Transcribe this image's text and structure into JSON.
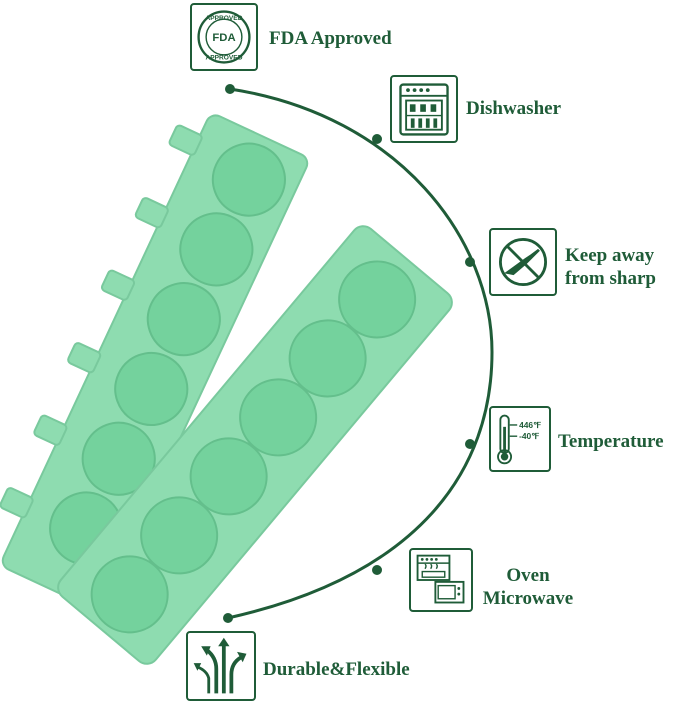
{
  "colors": {
    "accent": "#1f5c38",
    "mold_fill": "#8edcb0",
    "mold_cavity": "#6fcf98",
    "background": "#ffffff"
  },
  "features": [
    {
      "id": "fda",
      "icon": "fda-approved-seal-icon",
      "label": "FDA Approved",
      "seal_text_top": "APPROVED",
      "seal_text_center": "FDA",
      "seal_text_bottom": "APPROVED"
    },
    {
      "id": "dishwasher",
      "icon": "dishwasher-icon",
      "label": "Dishwasher"
    },
    {
      "id": "sharp",
      "icon": "no-knife-icon",
      "label_line1": "Keep away",
      "label_line2": "from sharp"
    },
    {
      "id": "temperature",
      "icon": "thermometer-icon",
      "label": "Temperature",
      "temp_high": "446℉",
      "temp_low": "-40℉"
    },
    {
      "id": "oven",
      "icon": "oven-microwave-icon",
      "label_line1": "Oven",
      "label_line2": "Microwave"
    },
    {
      "id": "durable",
      "icon": "flexible-arrows-icon",
      "label": "Durable&Flexible"
    }
  ]
}
